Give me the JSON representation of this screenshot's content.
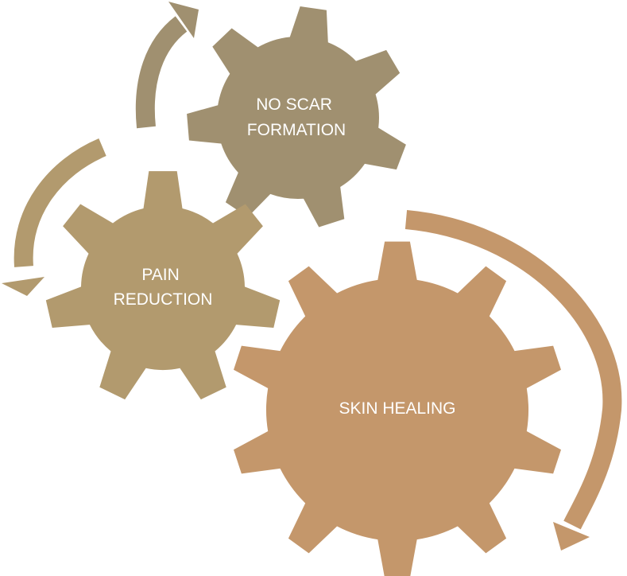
{
  "diagram": {
    "colors": {
      "gear_no_scar": "#A09070",
      "gear_pain": "#B29A6E",
      "gear_skin": "#C4976B",
      "arrow_top": "#A09070",
      "arrow_left": "#B29A6E",
      "arrow_right": "#C4976B",
      "label_text": "#ffffff"
    },
    "gears": [
      {
        "id": "no-scar",
        "label_lines": [
          "NO SCAR",
          "FORMATION"
        ]
      },
      {
        "id": "pain",
        "label_lines": [
          "PAIN",
          "REDUCTION"
        ]
      },
      {
        "id": "skin",
        "label_lines": [
          "SKIN HEALING"
        ]
      }
    ]
  }
}
